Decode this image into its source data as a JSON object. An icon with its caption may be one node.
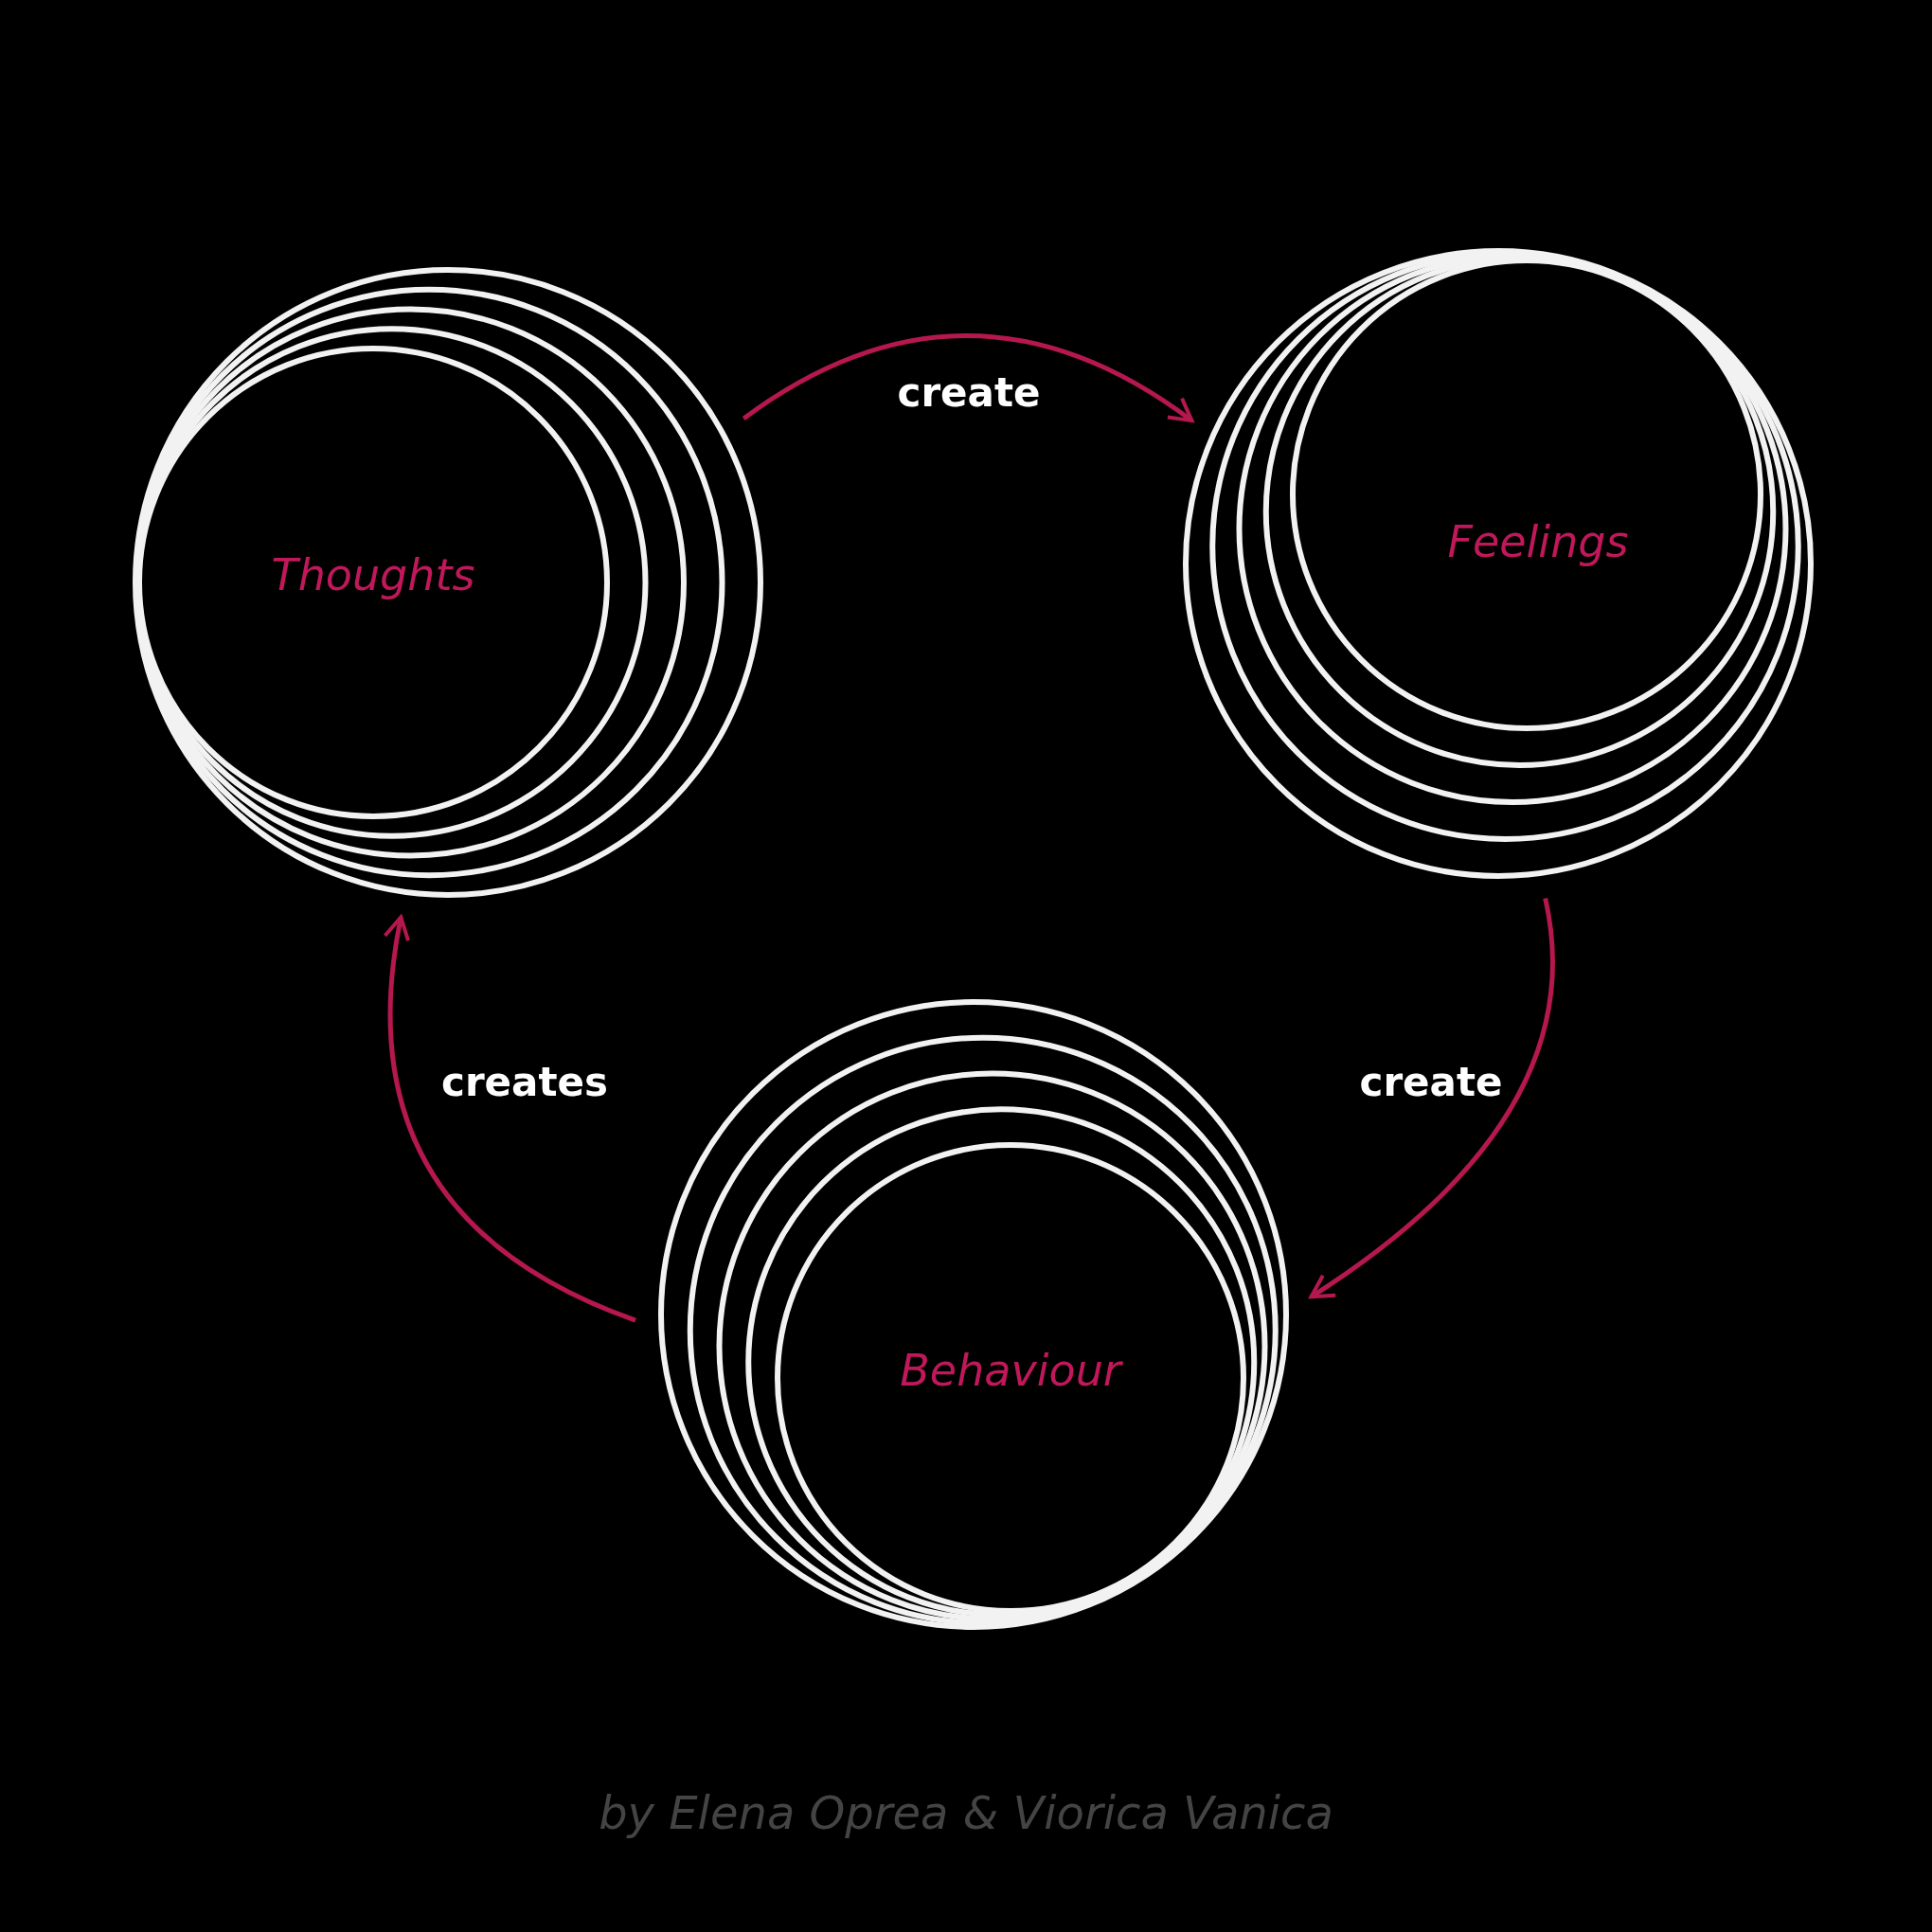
{
  "diagram": {
    "nodes": [
      {
        "text": [
          "Thoughts"
        ]
      },
      {
        "text": [
          "Feelings"
        ]
      },
      {
        "text": [
          "Behaviour"
        ]
      }
    ],
    "edges": [
      {
        "from": 0,
        "to": 1,
        "arrow": "to",
        "label": "create"
      },
      {
        "from": 1,
        "to": 2,
        "arrow": "to",
        "label": "create"
      },
      {
        "from": 2,
        "to": 0,
        "arrow": "to",
        "label": "creates"
      }
    ],
    "labels": [
      "by Elena Oprea & Viorica Vanica"
    ]
  }
}
